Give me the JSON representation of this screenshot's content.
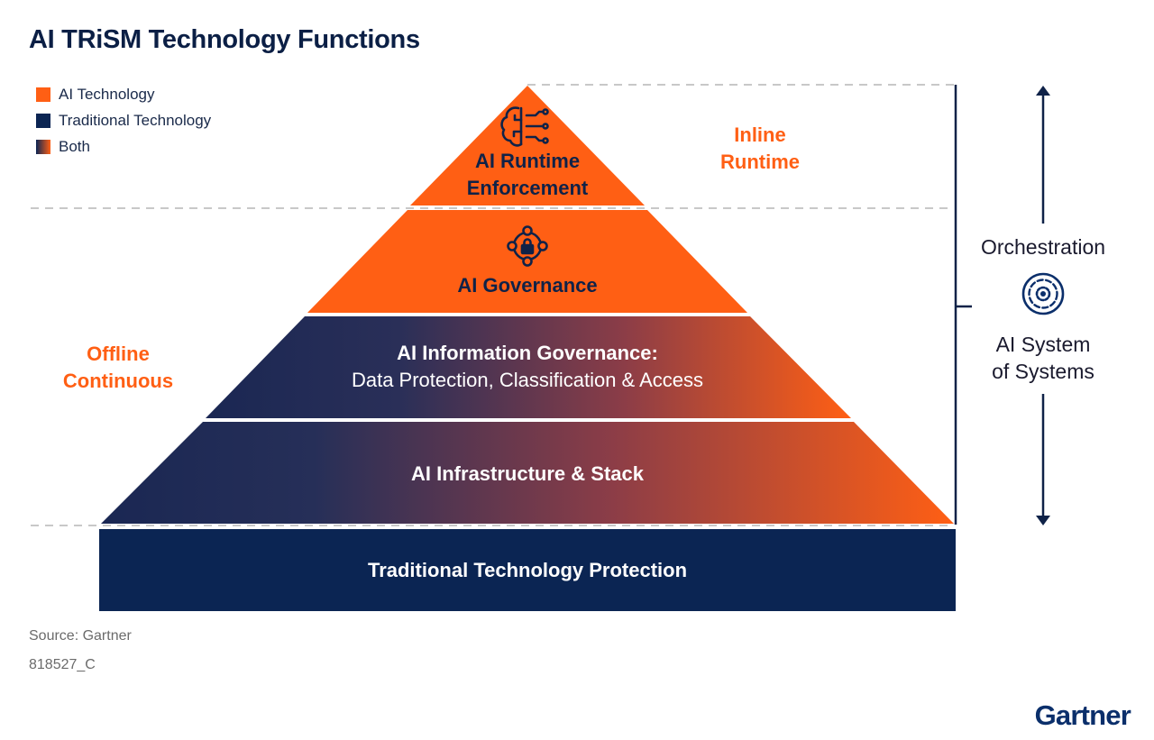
{
  "title": "AI TRiSM Technology Functions",
  "legend": [
    {
      "label": "AI Technology",
      "color": "#ff5f14"
    },
    {
      "label": "Traditional Technology",
      "color": "#0b2553"
    },
    {
      "label": "Both",
      "gradient": [
        "#0b2553",
        "#ff5f14"
      ]
    }
  ],
  "side_labels": {
    "inline": [
      "Inline",
      "Runtime"
    ],
    "offline": [
      "Offline",
      "Continuous"
    ]
  },
  "tiers": [
    {
      "lines": [
        "AI Runtime",
        "Enforcement"
      ],
      "icon": "brain-circuit-icon"
    },
    {
      "lines": [
        "AI Governance"
      ],
      "icon": "network-lock-icon"
    },
    {
      "lines": [
        "AI Information Governance:",
        "Data Protection, Classification & Access"
      ]
    },
    {
      "lines": [
        "AI Infrastructure & Stack"
      ]
    },
    {
      "lines": [
        "Traditional Technology Protection"
      ]
    }
  ],
  "right_panel": {
    "top_label": "Orchestration",
    "bottom_label": [
      "AI System",
      "of Systems"
    ],
    "icon": "gear-circle-icon"
  },
  "footer": {
    "source": "Source: Gartner",
    "id": "818527_C"
  },
  "logo": "Gartner",
  "colors": {
    "orange": "#ff5f14",
    "navy": "#0b2553",
    "dark_navy": "#0f2248"
  }
}
